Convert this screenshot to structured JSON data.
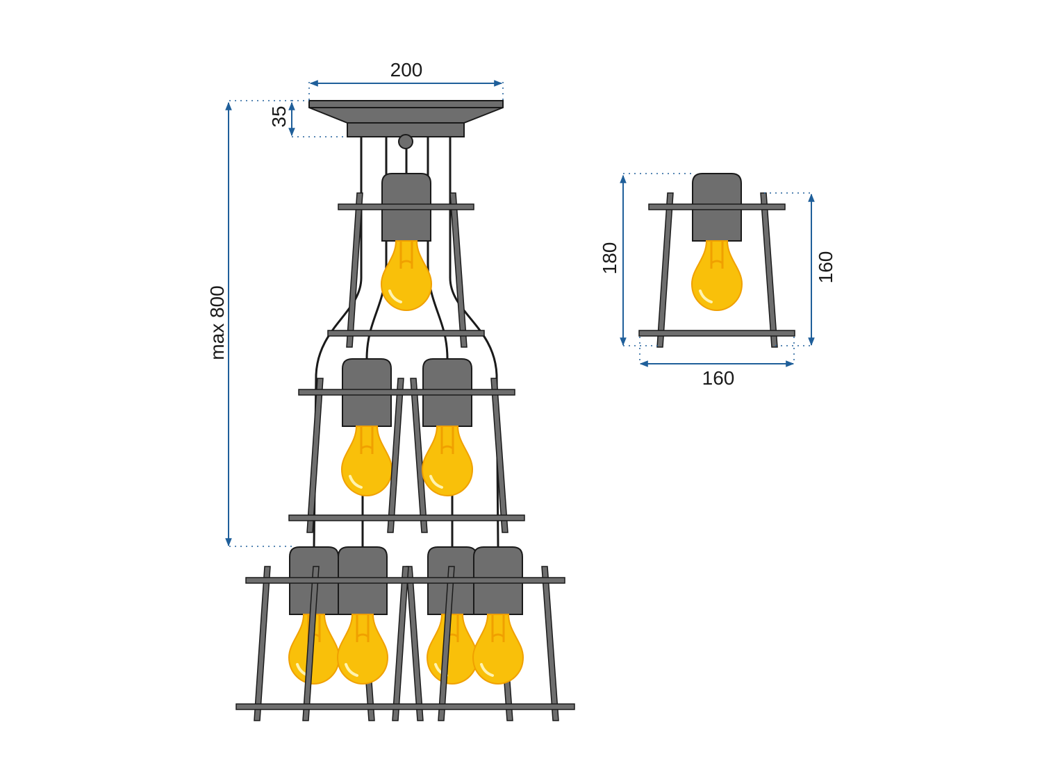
{
  "colors": {
    "metal": "#6e6e6e",
    "outline": "#1a1a1a",
    "bulb": "#f9c00a",
    "bulb_dark": "#f0a000",
    "dimension": "#1f5f9a"
  },
  "dimensions": {
    "canopy_width": "200",
    "canopy_height": "35",
    "max_height": "max 800",
    "single_height": "180",
    "single_cage_height": "160",
    "single_width": "160"
  }
}
